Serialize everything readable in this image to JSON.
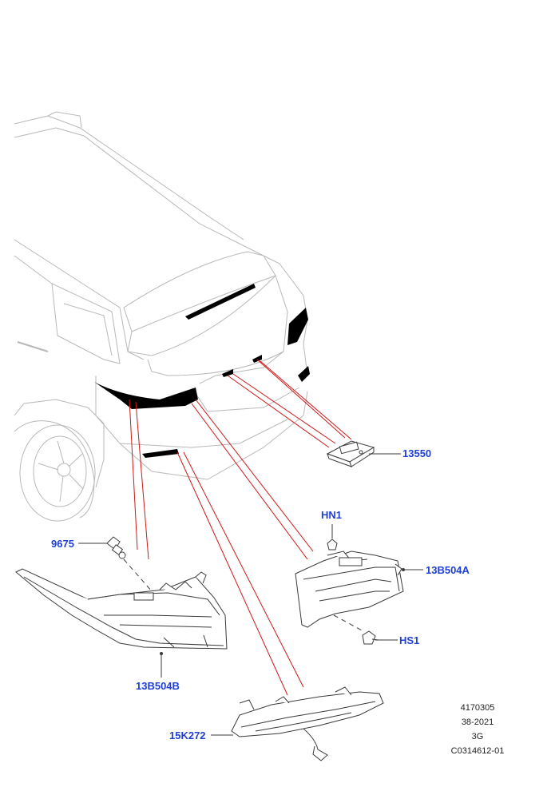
{
  "parts": {
    "license_lamp": "13550",
    "nut": "HN1",
    "bulb_holder": "9675",
    "rear_lamp_right": "13B504A",
    "screw": "HS1",
    "rear_lamp_left": "13B504B",
    "reflex_lamp": "15K272"
  },
  "reference": {
    "line1": "4170305",
    "line2": "38-2021",
    "line3": "3G",
    "line4": "C0314612-01"
  },
  "colors": {
    "callout": "#1f3fd6",
    "leader": "#d01818",
    "outline": "#3a3a3a",
    "vehicle": "#b8b8b8"
  }
}
